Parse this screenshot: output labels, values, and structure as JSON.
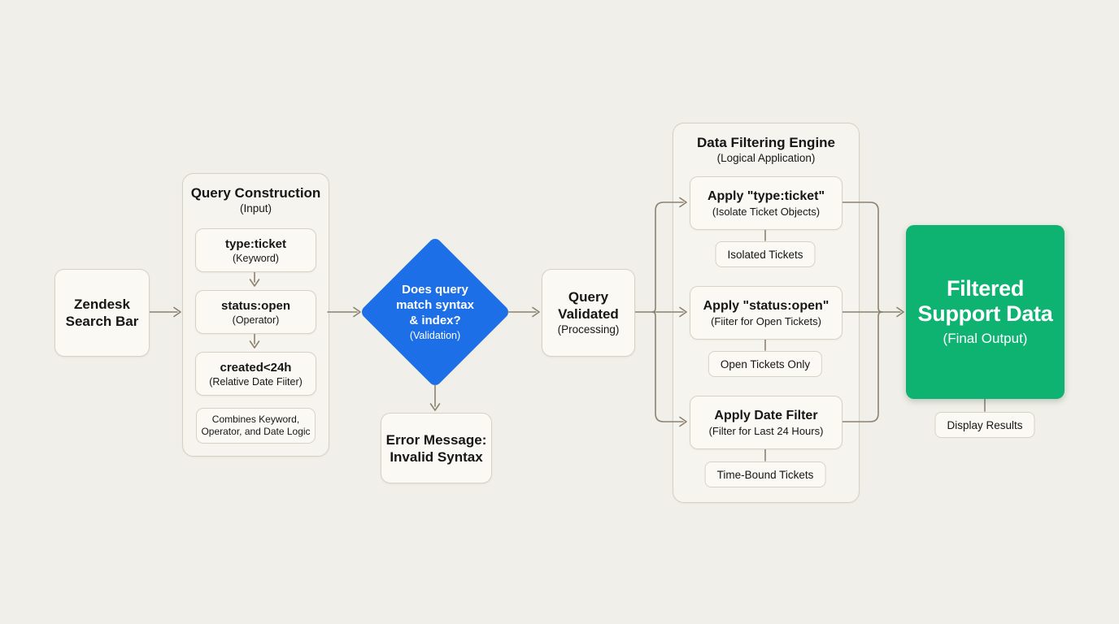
{
  "colors": {
    "background": "#f1efe9",
    "container_fill": "#f6f4ee",
    "container_border": "#d6d0c2",
    "box_fill": "#fbf9f4",
    "box_border": "#d8d2c5",
    "line": "#8b8271",
    "decision_blue": "#1d6fe8",
    "output_green": "#0eb371",
    "text": "#161616",
    "white_text": "#ffffff"
  },
  "nodes": {
    "search_bar": {
      "lines": [
        "Zendesk",
        "Search Bar"
      ]
    },
    "query_construction": {
      "title": "Query Construction",
      "subtitle": "(Input)",
      "steps": [
        {
          "title": "type:ticket",
          "subtitle": "(Keyword)"
        },
        {
          "title": "status:open",
          "subtitle": "(Operator)"
        },
        {
          "title": "created<24h",
          "subtitle": "(Relative Date Fiiter)"
        }
      ],
      "note_lines": [
        "Combines Keyword,",
        "Operator, and Date Logic"
      ]
    },
    "decision": {
      "lines": [
        "Does query",
        "match syntax",
        "& index?"
      ],
      "subtitle": "(Validation)"
    },
    "query_validated": {
      "lines": [
        "Query",
        "Validated"
      ],
      "subtitle": "(Processing)"
    },
    "error": {
      "lines": [
        "Error Message:",
        "Invalid Syntax"
      ]
    },
    "engine": {
      "title": "Data Filtering Engine",
      "subtitle": "(Logical Application)",
      "steps": [
        {
          "title": "Apply \"type:ticket\"",
          "subtitle": "(Isolate Ticket Objects)",
          "result": "Isolated Tickets"
        },
        {
          "title": "Apply \"status:open\"",
          "subtitle": "(Fiiter for Open Tickets)",
          "result": "Open Tickets Only"
        },
        {
          "title": "Apply Date Filter",
          "subtitle": "(Filter for Last 24 Hours)",
          "result": "Time-Bound Tickets"
        }
      ]
    },
    "output": {
      "lines": [
        "Filtered",
        "Support Data"
      ],
      "subtitle": "(Final Output)",
      "result": "Display Results"
    }
  }
}
